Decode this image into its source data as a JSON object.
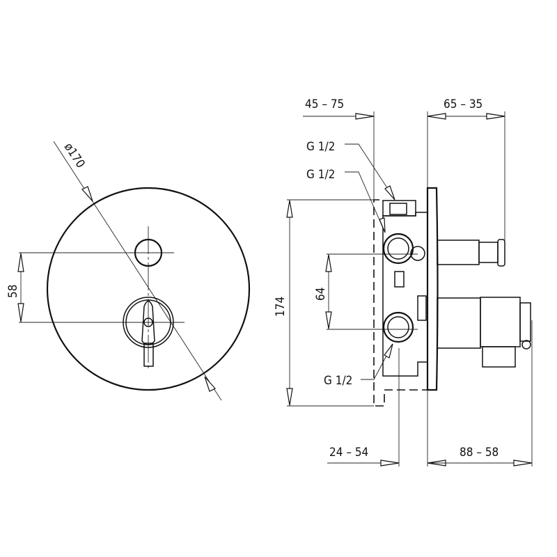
{
  "front_view": {
    "diameter_label": "ø170",
    "spacing_label": "58"
  },
  "side_view": {
    "top_left_dim": "45 – 75",
    "top_right_dim": "65 – 35",
    "bottom_left_dim": "24 – 54",
    "bottom_right_dim": "88 – 58",
    "height_dim": "174",
    "port_spacing_dim": "64",
    "thread_labels": [
      "G 1/2",
      "G 1/2",
      "G 1/2"
    ]
  },
  "colors": {
    "line": "#111111",
    "background": "#ffffff"
  }
}
